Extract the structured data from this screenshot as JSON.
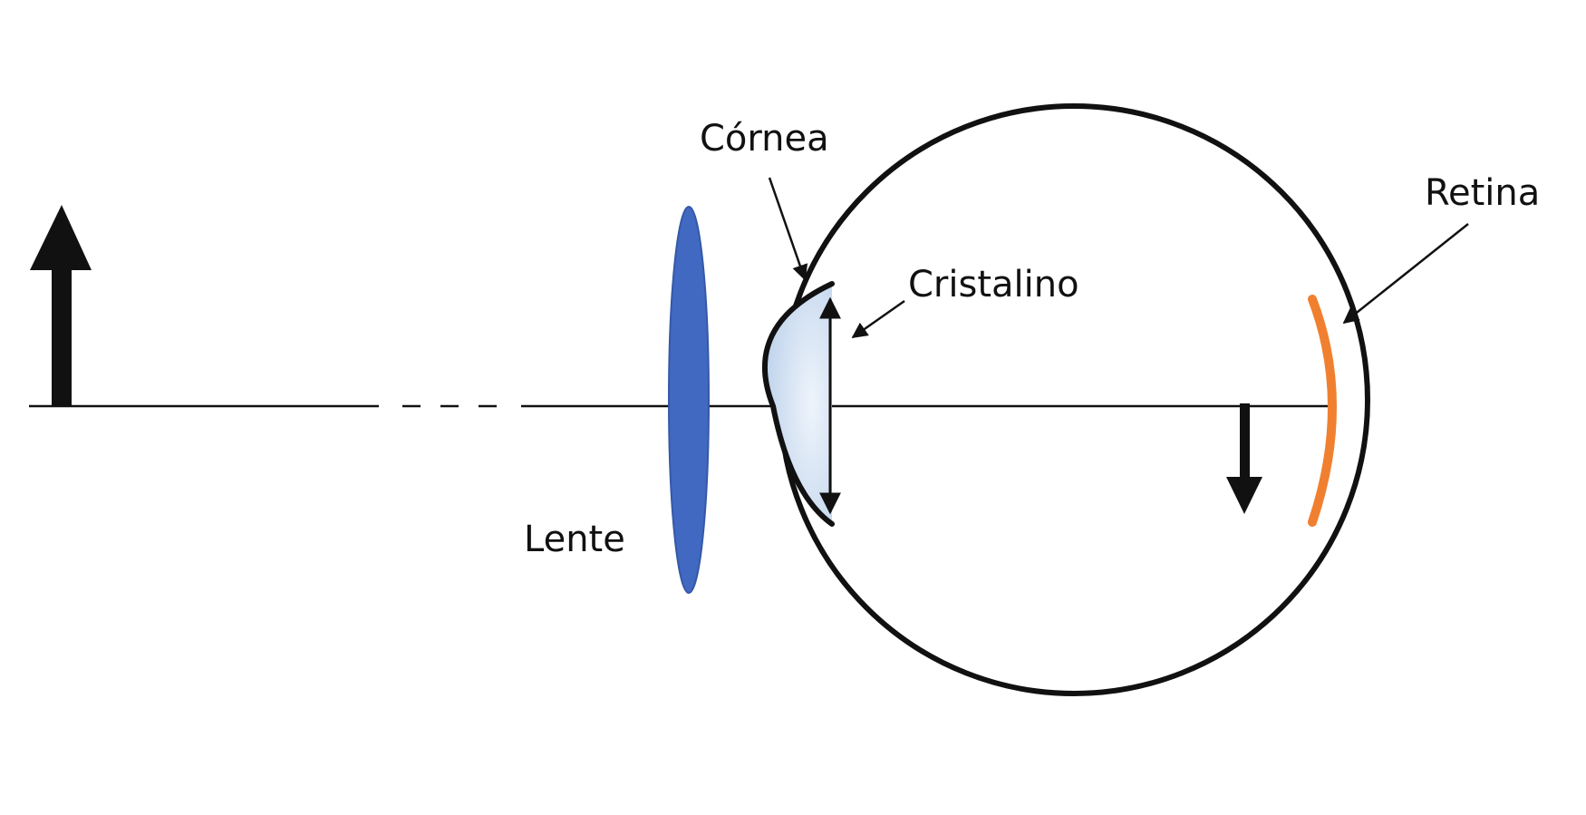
{
  "labels": {
    "cornea": "Córnea",
    "cristalino": "Cristalino",
    "retina": "Retina",
    "lente": "Lente"
  },
  "colors": {
    "stroke": "#111111",
    "lens": "#4169c1",
    "retina": "#f08030",
    "crystalline_fill_center": "#dfeaf6",
    "crystalline_fill_edge": "#b9cfea"
  }
}
